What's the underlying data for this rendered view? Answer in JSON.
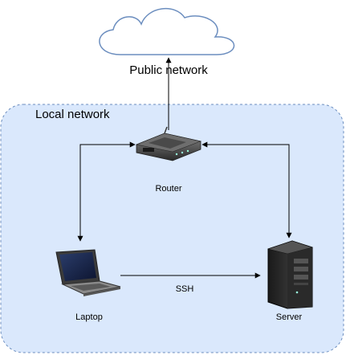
{
  "diagram": {
    "cloud_label": "Public network",
    "zone_label": "Local network",
    "nodes": {
      "router": "Router",
      "laptop": "Laptop",
      "server": "Server"
    },
    "edges": {
      "laptop_server": "SSH"
    }
  },
  "colors": {
    "zone_fill": "#dae8fc",
    "zone_stroke": "#6c8ebf",
    "cloud_stroke": "#6c8ebf",
    "line": "#000000"
  },
  "icons": [
    "cloud-icon",
    "router-icon",
    "laptop-icon",
    "server-icon"
  ]
}
